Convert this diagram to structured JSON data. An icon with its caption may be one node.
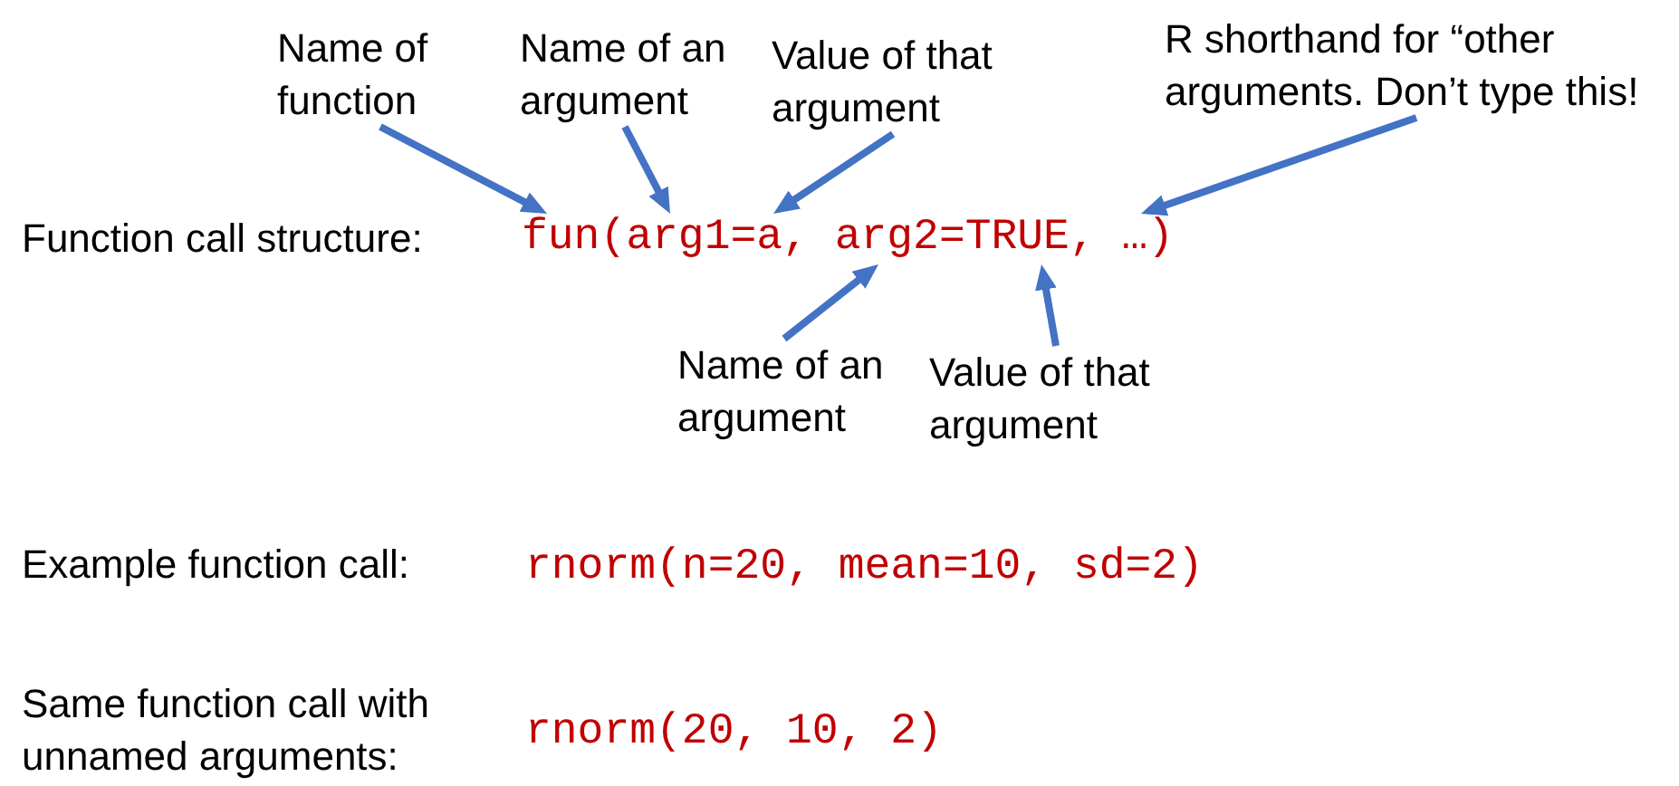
{
  "diagram": {
    "nodes": [
      {
        "text": [
          "Name of function"
        ]
      },
      {
        "text": [
          "Name of an argument"
        ]
      },
      {
        "text": [
          "Value of that argument"
        ]
      },
      {
        "text": [
          "R shorthand for “other arguments. Don’t type this!"
        ]
      },
      {
        "text": [
          "fun(arg1=a, arg2=TRUE, …)"
        ]
      },
      {
        "text": [
          "Name of an argument"
        ]
      },
      {
        "text": [
          "Value of that argument"
        ]
      }
    ],
    "edges": [
      {
        "from": 0,
        "to": 4,
        "arrow": "to"
      },
      {
        "from": 1,
        "to": 4,
        "arrow": "to"
      },
      {
        "from": 2,
        "to": 4,
        "arrow": "to"
      },
      {
        "from": 3,
        "to": 4,
        "arrow": "to"
      },
      {
        "from": 5,
        "to": 4,
        "arrow": "to"
      },
      {
        "from": 6,
        "to": 4,
        "arrow": "to"
      }
    ],
    "labels": [
      "Function call structure:",
      "Example function call:",
      "rnorm(n=20, mean=10, sd=2)",
      "Same function call with unnamed arguments:",
      "rnorm(20, 10, 2)"
    ]
  }
}
